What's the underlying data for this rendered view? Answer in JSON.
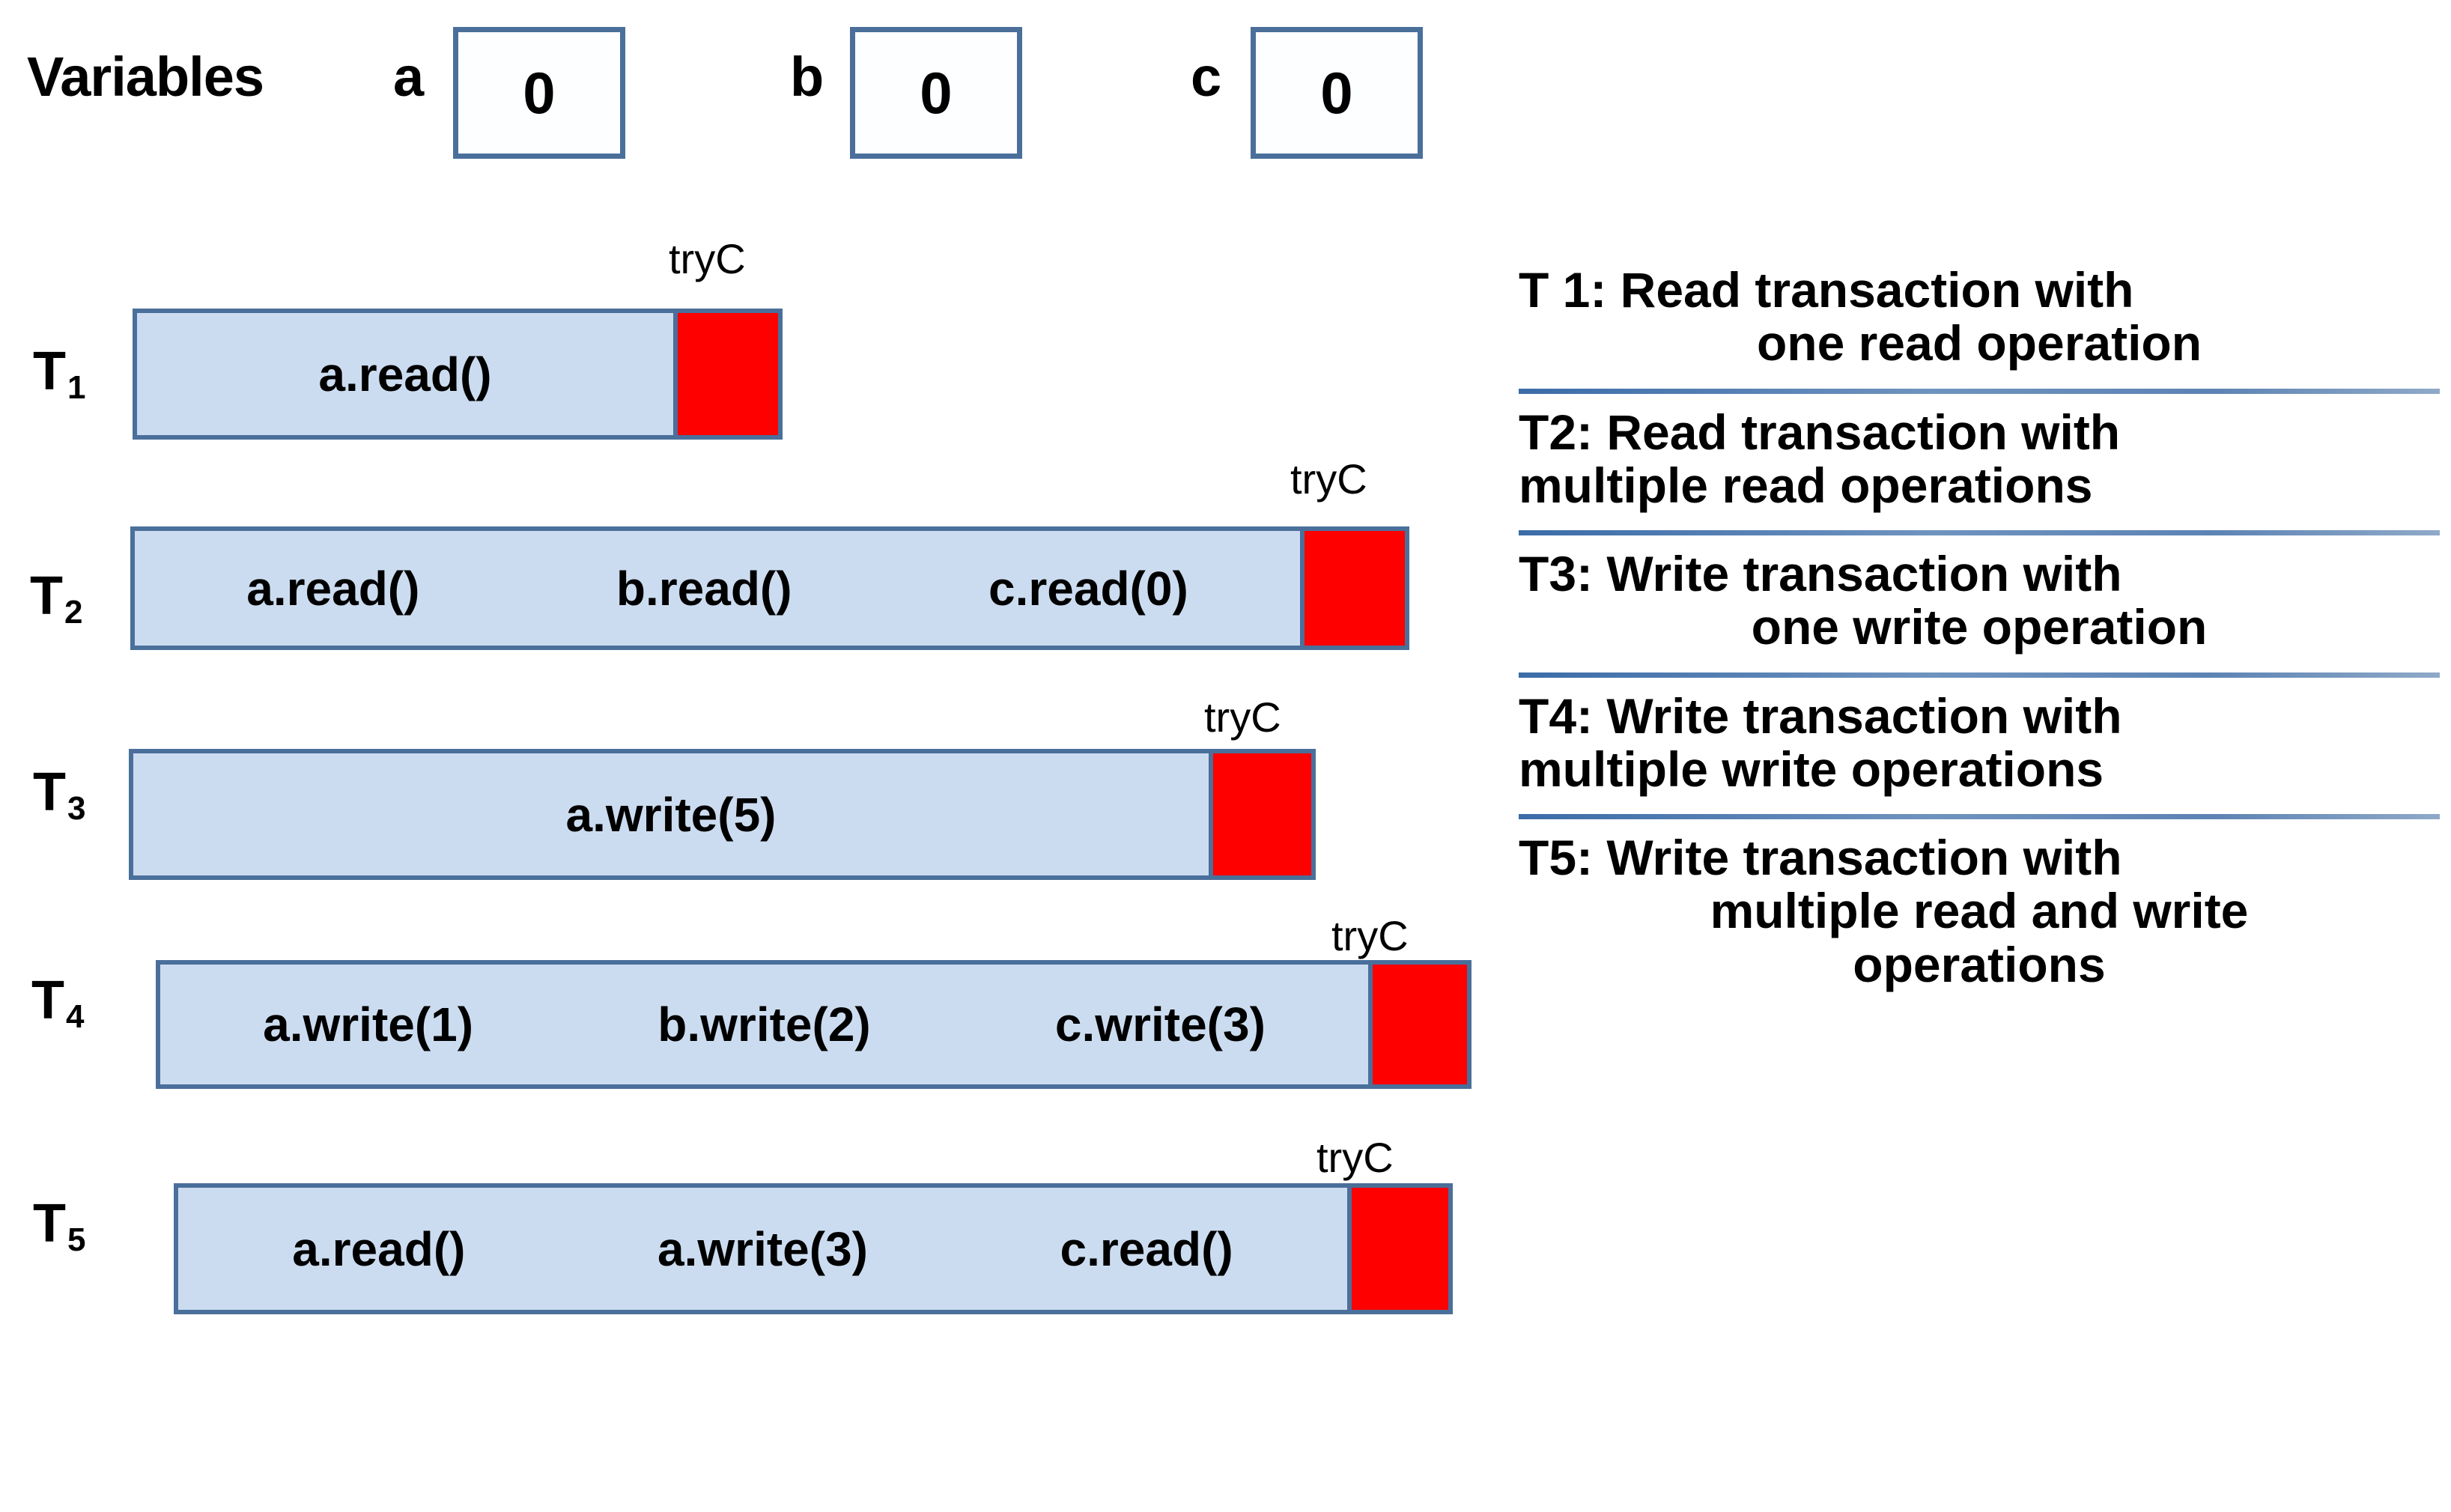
{
  "variables": {
    "title": "Variables",
    "items": [
      {
        "name": "a",
        "value": "0"
      },
      {
        "name": "b",
        "value": "0"
      },
      {
        "name": "c",
        "value": "0"
      }
    ]
  },
  "transactions": [
    {
      "id": "T",
      "index": "1",
      "commit_label": "tryC",
      "operations": [
        "a.read()"
      ]
    },
    {
      "id": "T",
      "index": "2",
      "commit_label": "tryC",
      "operations": [
        "a.read()",
        "b.read()",
        "c.read(0)"
      ]
    },
    {
      "id": "T",
      "index": "3",
      "commit_label": "tryC",
      "operations": [
        "a.write(5)"
      ]
    },
    {
      "id": "T",
      "index": "4",
      "commit_label": "tryC",
      "operations": [
        "a.write(1)",
        "b.write(2)",
        "c.write(3)"
      ]
    },
    {
      "id": "T",
      "index": "5",
      "commit_label": "tryC",
      "operations": [
        "a.read()",
        "a.write(3)",
        "c.read()"
      ]
    }
  ],
  "legend": [
    {
      "lines": [
        "T 1: Read transaction with",
        "one read operation"
      ]
    },
    {
      "lines": [
        "T2: Read transaction with",
        "multiple read operations"
      ]
    },
    {
      "lines": [
        "T3: Write transaction with",
        "one write operation"
      ]
    },
    {
      "lines": [
        "T4: Write transaction with",
        "multiple write operations"
      ]
    },
    {
      "lines": [
        "T5: Write transaction with",
        "multiple read and write",
        "operations"
      ]
    }
  ],
  "colors": {
    "bar_fill": "#ccdcf0",
    "bar_border": "#4a6f9b",
    "commit_block": "#ff0000",
    "rule": "#3b6ca8",
    "text": "#000000",
    "background": "#ffffff"
  }
}
